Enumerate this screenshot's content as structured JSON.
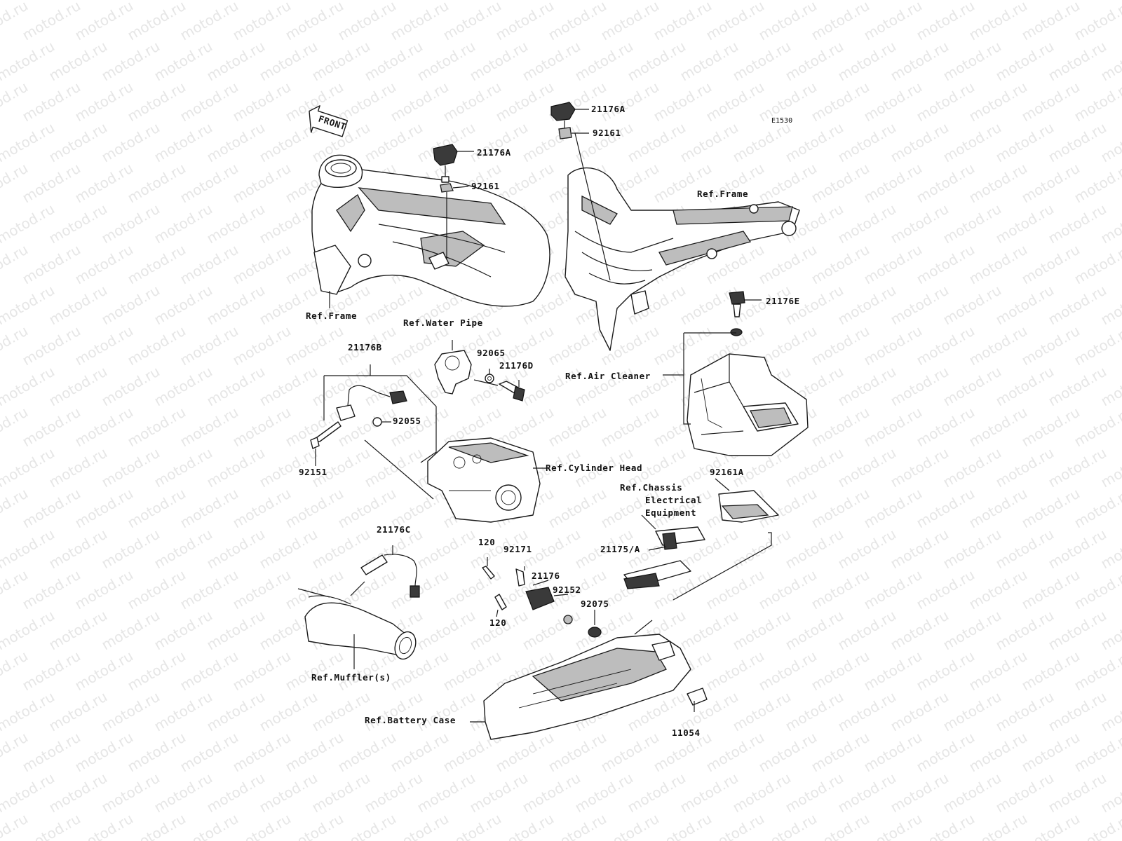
{
  "diagram_code": "E1530",
  "watermark": "motod.ru",
  "direction": {
    "label": "FRONT"
  },
  "labels": {
    "p21176A_top": "21176A",
    "p92161_top": "92161",
    "p21176A_left": "21176A",
    "p92161_left": "92161",
    "ref_frame_right": "Ref.Frame",
    "ref_frame_left": "Ref.Frame",
    "p21176E": "21176E",
    "ref_water_pipe": "Ref.Water Pipe",
    "p21176B": "21176B",
    "p92065": "92065",
    "p21176D": "21176D",
    "ref_air_cleaner": "Ref.Air Cleaner",
    "p92055": "92055",
    "p92151": "92151",
    "ref_cylinder_head": "Ref.Cylinder Head",
    "p92161A": "92161A",
    "ref_chassis_1": "Ref.Chassis",
    "ref_chassis_2": "Electrical",
    "ref_chassis_3": "Equipment",
    "p21176C": "21176C",
    "p120_top": "120",
    "p92171": "92171",
    "p21176": "21176",
    "p21175A": "21175/A",
    "p92152": "92152",
    "p92075": "92075",
    "p120_bottom": "120",
    "ref_muffler": "Ref.Muffler(s)",
    "ref_battery_case": "Ref.Battery Case",
    "p11054": "11054"
  }
}
